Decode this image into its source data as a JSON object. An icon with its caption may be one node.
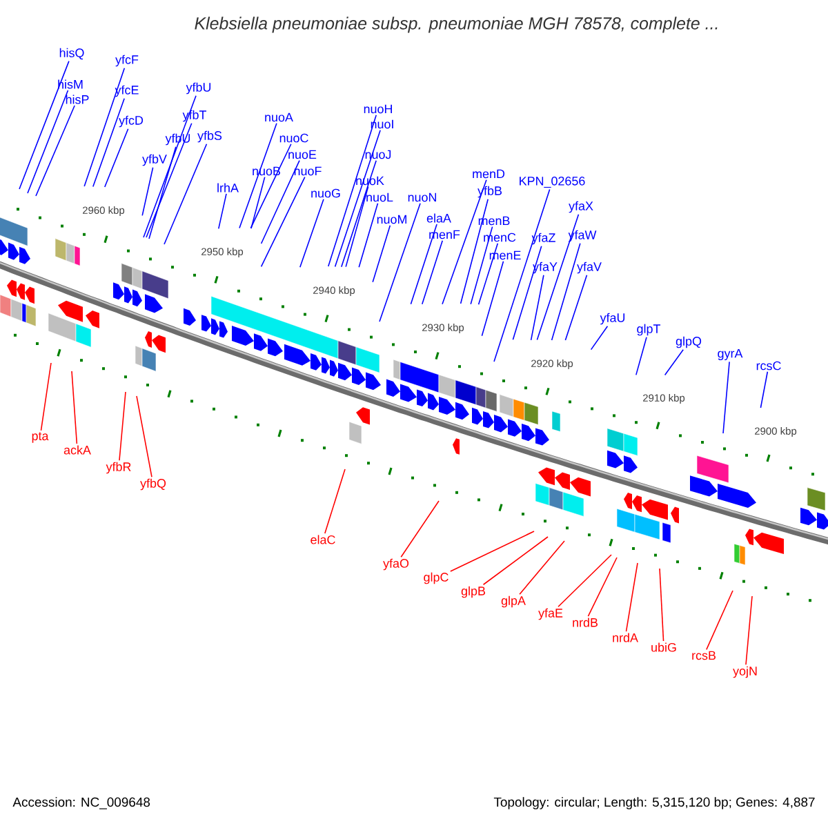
{
  "diagram": {
    "title": "Klebsiella pneumoniae subsp. pneumoniae MGH 78578, complete ...",
    "nodes": [
      {
        "text": [
          "hisQ"
        ]
      },
      {
        "text": [
          "hisM"
        ]
      },
      {
        "text": [
          "hisP"
        ]
      },
      {
        "text": [
          "yfcF"
        ]
      },
      {
        "text": [
          "yfcE"
        ]
      },
      {
        "text": [
          "yfcD"
        ]
      },
      {
        "text": [
          "yfbU"
        ]
      },
      {
        "text": [
          "yfbT"
        ]
      },
      {
        "text": [
          "yfbU"
        ]
      },
      {
        "text": [
          "yfbV"
        ]
      },
      {
        "text": [
          "yfbS"
        ]
      },
      {
        "text": [
          "lrhA"
        ]
      },
      {
        "text": [
          "nuoA"
        ]
      },
      {
        "text": [
          "nuoC"
        ]
      },
      {
        "text": [
          "nuoE"
        ]
      },
      {
        "text": [
          "nuoB"
        ]
      },
      {
        "text": [
          "nuoF"
        ]
      },
      {
        "text": [
          "nuoG"
        ]
      },
      {
        "text": [
          "nuoH"
        ]
      },
      {
        "text": [
          "nuoI"
        ]
      },
      {
        "text": [
          "nuoJ"
        ]
      },
      {
        "text": [
          "nuoK"
        ]
      },
      {
        "text": [
          "nuoL"
        ]
      },
      {
        "text": [
          "nuoM"
        ]
      },
      {
        "text": [
          "nuoN"
        ]
      },
      {
        "text": [
          "elaA"
        ]
      },
      {
        "text": [
          "menF"
        ]
      },
      {
        "text": [
          "menD"
        ]
      },
      {
        "text": [
          "yfbB"
        ]
      },
      {
        "text": [
          "menB"
        ]
      },
      {
        "text": [
          "menC"
        ]
      },
      {
        "text": [
          "menE"
        ]
      },
      {
        "text": [
          "KPN_02656"
        ]
      },
      {
        "text": [
          "yfaZ"
        ]
      },
      {
        "text": [
          "yfaX"
        ]
      },
      {
        "text": [
          "yfaY"
        ]
      },
      {
        "text": [
          "yfaW"
        ]
      },
      {
        "text": [
          "yfaV"
        ]
      },
      {
        "text": [
          "yfaU"
        ]
      },
      {
        "text": [
          "glpT"
        ]
      },
      {
        "text": [
          "glpQ"
        ]
      },
      {
        "text": [
          "gyrA"
        ]
      },
      {
        "text": [
          "rcsC"
        ]
      },
      {
        "text": [
          "pta"
        ]
      },
      {
        "text": [
          "ackA"
        ]
      },
      {
        "text": [
          "yfbR"
        ]
      },
      {
        "text": [
          "yfbQ"
        ]
      },
      {
        "text": [
          "elaC"
        ]
      },
      {
        "text": [
          "yfaO"
        ]
      },
      {
        "text": [
          "glpC"
        ]
      },
      {
        "text": [
          "glpB"
        ]
      },
      {
        "text": [
          "glpA"
        ]
      },
      {
        "text": [
          "yfaE"
        ]
      },
      {
        "text": [
          "nrdB"
        ]
      },
      {
        "text": [
          "nrdA"
        ]
      },
      {
        "text": [
          "ubiG"
        ]
      },
      {
        "text": [
          "rcsB"
        ]
      },
      {
        "text": [
          "yojN"
        ]
      }
    ],
    "edges": [
      {
        "from": 0,
        "to": null,
        "arrow": "none"
      },
      {
        "from": 1,
        "to": null,
        "arrow": "none"
      },
      {
        "from": 2,
        "to": null,
        "arrow": "none"
      },
      {
        "from": 3,
        "to": null,
        "arrow": "none"
      },
      {
        "from": 4,
        "to": null,
        "arrow": "none"
      },
      {
        "from": 5,
        "to": null,
        "arrow": "none"
      },
      {
        "from": 6,
        "to": null,
        "arrow": "none"
      },
      {
        "from": 7,
        "to": null,
        "arrow": "none"
      },
      {
        "from": 8,
        "to": null,
        "arrow": "none"
      },
      {
        "from": 9,
        "to": null,
        "arrow": "none"
      },
      {
        "from": 10,
        "to": null,
        "arrow": "none"
      },
      {
        "from": 11,
        "to": null,
        "arrow": "none"
      },
      {
        "from": 12,
        "to": null,
        "arrow": "none"
      },
      {
        "from": 13,
        "to": null,
        "arrow": "none"
      },
      {
        "from": 14,
        "to": null,
        "arrow": "none"
      },
      {
        "from": 15,
        "to": null,
        "arrow": "none"
      },
      {
        "from": 16,
        "to": null,
        "arrow": "none"
      },
      {
        "from": 17,
        "to": null,
        "arrow": "none"
      },
      {
        "from": 18,
        "to": null,
        "arrow": "none"
      },
      {
        "from": 19,
        "to": null,
        "arrow": "none"
      },
      {
        "from": 20,
        "to": null,
        "arrow": "none"
      },
      {
        "from": 21,
        "to": null,
        "arrow": "none"
      },
      {
        "from": 22,
        "to": null,
        "arrow": "none"
      },
      {
        "from": 23,
        "to": null,
        "arrow": "none"
      },
      {
        "from": 24,
        "to": null,
        "arrow": "none"
      },
      {
        "from": 25,
        "to": null,
        "arrow": "none"
      },
      {
        "from": 26,
        "to": null,
        "arrow": "none"
      },
      {
        "from": 27,
        "to": null,
        "arrow": "none"
      },
      {
        "from": 28,
        "to": null,
        "arrow": "none"
      },
      {
        "from": 29,
        "to": null,
        "arrow": "none"
      },
      {
        "from": 30,
        "to": null,
        "arrow": "none"
      },
      {
        "from": 31,
        "to": null,
        "arrow": "none"
      },
      {
        "from": 32,
        "to": null,
        "arrow": "none"
      },
      {
        "from": 33,
        "to": null,
        "arrow": "none"
      },
      {
        "from": 34,
        "to": null,
        "arrow": "none"
      },
      {
        "from": 35,
        "to": null,
        "arrow": "none"
      },
      {
        "from": 36,
        "to": null,
        "arrow": "none"
      },
      {
        "from": 37,
        "to": null,
        "arrow": "none"
      },
      {
        "from": 38,
        "to": null,
        "arrow": "none"
      },
      {
        "from": 39,
        "to": null,
        "arrow": "none"
      },
      {
        "from": 40,
        "to": null,
        "arrow": "none"
      },
      {
        "from": 41,
        "to": null,
        "arrow": "none"
      },
      {
        "from": 42,
        "to": null,
        "arrow": "none"
      },
      {
        "from": 43,
        "to": null,
        "arrow": "none",
        "color": "#ff0000"
      },
      {
        "from": 44,
        "to": null,
        "arrow": "none",
        "color": "#ff0000"
      },
      {
        "from": 45,
        "to": null,
        "arrow": "none",
        "color": "#ff0000"
      },
      {
        "from": 46,
        "to": null,
        "arrow": "none",
        "color": "#ff0000"
      },
      {
        "from": 47,
        "to": null,
        "arrow": "none",
        "color": "#ff0000"
      },
      {
        "from": 48,
        "to": null,
        "arrow": "none",
        "color": "#ff0000"
      },
      {
        "from": 49,
        "to": null,
        "arrow": "none",
        "color": "#ff0000"
      },
      {
        "from": 50,
        "to": null,
        "arrow": "none",
        "color": "#ff0000"
      },
      {
        "from": 51,
        "to": null,
        "arrow": "none",
        "color": "#ff0000"
      },
      {
        "from": 52,
        "to": null,
        "arrow": "none",
        "color": "#ff0000"
      },
      {
        "from": 53,
        "to": null,
        "arrow": "none",
        "color": "#ff0000"
      },
      {
        "from": 54,
        "to": null,
        "arrow": "none",
        "color": "#ff0000"
      },
      {
        "from": 55,
        "to": null,
        "arrow": "none",
        "color": "#ff0000"
      },
      {
        "from": 56,
        "to": null,
        "arrow": "none",
        "color": "#ff0000"
      },
      {
        "from": 57,
        "to": null,
        "arrow": "none",
        "color": "#ff0000"
      }
    ],
    "labels": [
      "2960 kbp",
      "2950 kbp",
      "2940 kbp",
      "2930 kbp",
      "2920 kbp",
      "2910 kbp",
      "2900 kbp",
      "Accession: NC_009648",
      "Topology: circular; Length: 5,315,120 bp; Genes: 4,887"
    ]
  }
}
